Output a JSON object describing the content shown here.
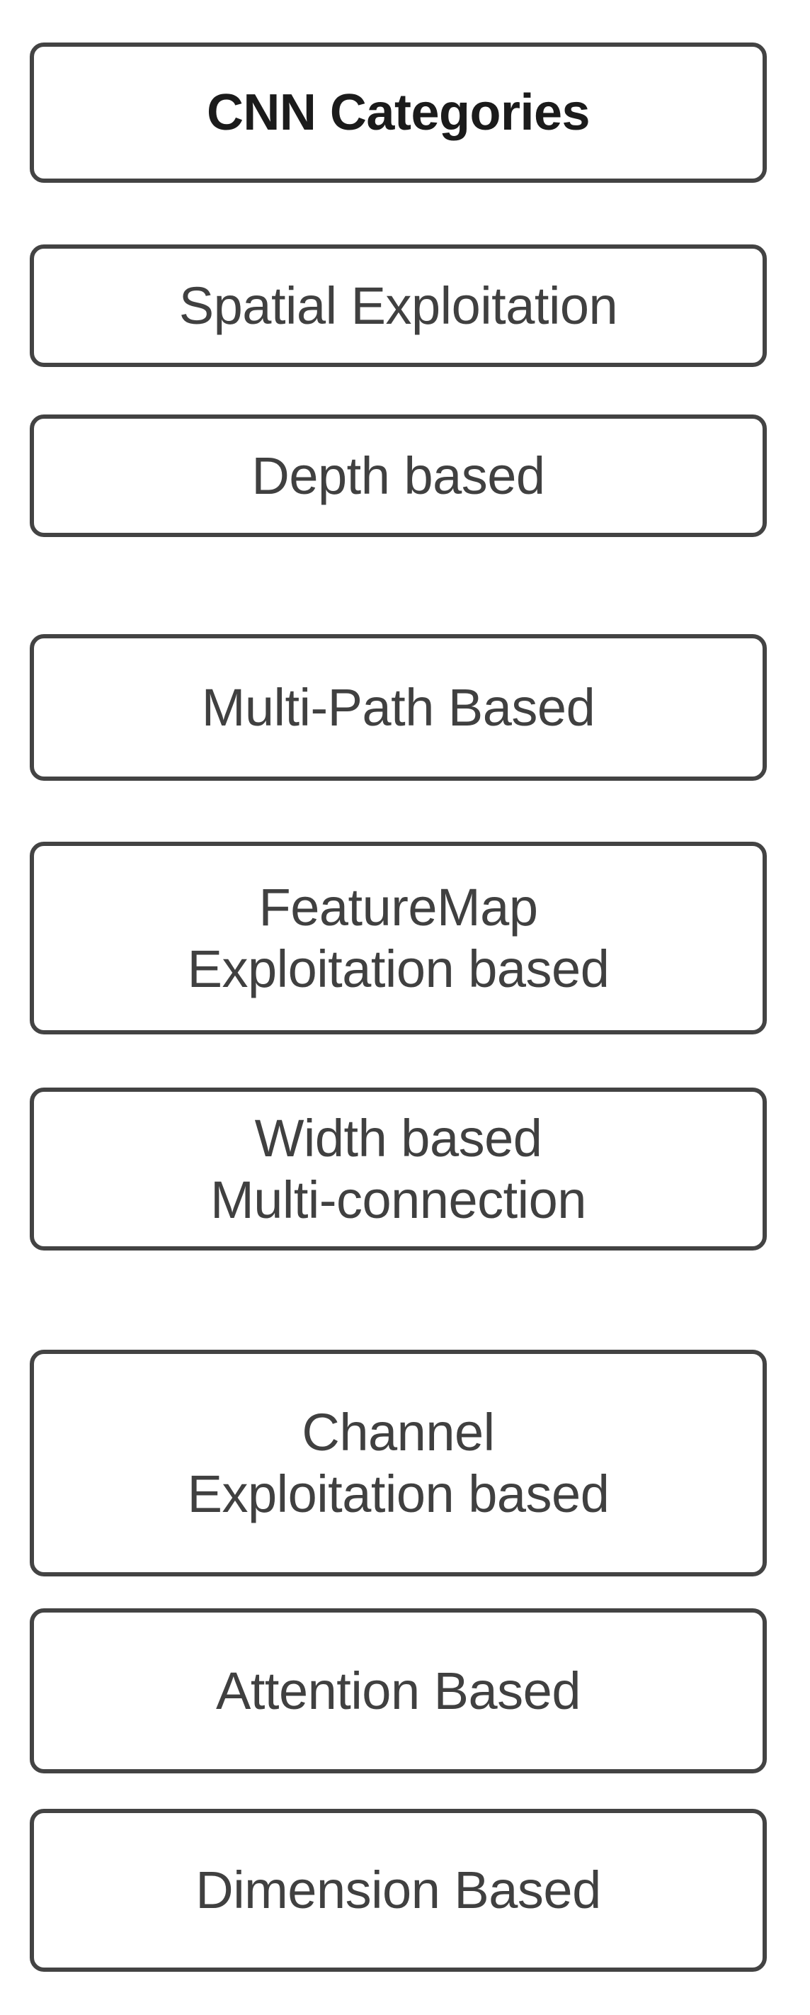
{
  "diagram": {
    "type": "node-stack",
    "title": "CNN Categories",
    "orientation": "vertical",
    "colors": {
      "background": "#ffffff",
      "node_fill": "#ffffff",
      "node_border": "#434343",
      "root_text": "#1b1b1b",
      "node_text": "#404040"
    },
    "nodes": [
      {
        "id": "cnn-categories",
        "label": "CNN Categories",
        "emphasis": "bold"
      },
      {
        "id": "spatial-exploitation",
        "label": "Spatial Exploitation",
        "emphasis": "normal"
      },
      {
        "id": "depth-based",
        "label": "Depth based",
        "emphasis": "normal"
      },
      {
        "id": "multi-path-based",
        "label": "Multi-Path Based",
        "emphasis": "normal"
      },
      {
        "id": "featuremap-exploitation-based",
        "label": "FeatureMap\nExploitation based",
        "emphasis": "normal"
      },
      {
        "id": "width-based-multi-connection",
        "label": "Width based\nMulti-connection",
        "emphasis": "normal"
      },
      {
        "id": "channel-exploitation-based",
        "label": "Channel\nExploitation based",
        "emphasis": "normal"
      },
      {
        "id": "attention-based",
        "label": "Attention Based",
        "emphasis": "normal"
      },
      {
        "id": "dimension-based",
        "label": "Dimension Based",
        "emphasis": "normal"
      }
    ]
  }
}
